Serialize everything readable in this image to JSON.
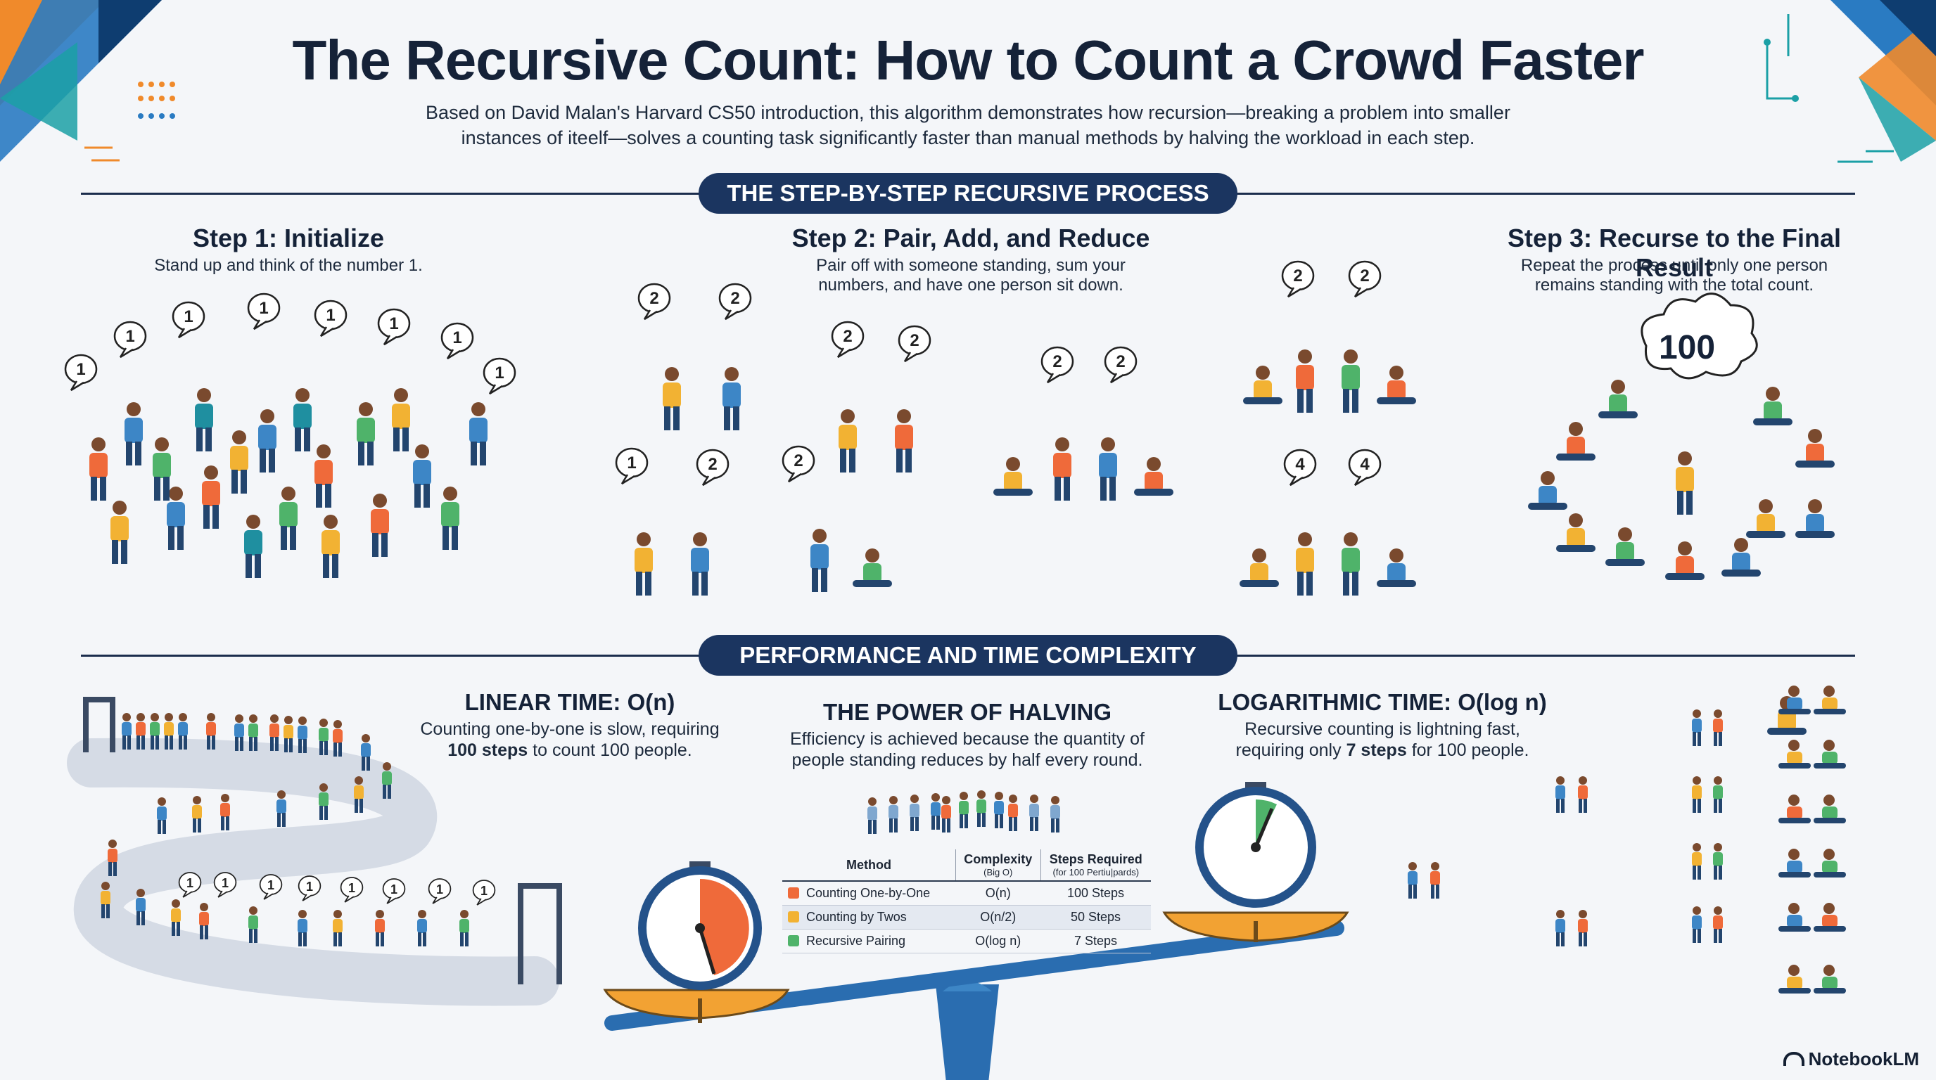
{
  "title": "The Recursive Count: How to Count a Crowd Faster",
  "subtitle": "Based on David Malan's Harvard CS50 introduction, this algorithm demonstrates how recursion—breaking a problem into smaller instances of iteelf—solves a counting task significantly faster than manual methods by halving the workload in each step.",
  "section_process": "THE STEP-BY-STEP RECURSIVE PROCESS",
  "section_performance": "PERFORMANCE AND TIME COMPLEXITY",
  "steps": [
    {
      "title": "Step 1: Initialize",
      "desc": "Stand up and think of the number 1."
    },
    {
      "title": "Step 2: Pair, Add, and Reduce",
      "desc": "Pair off with someone standing, sum your numbers, and have one person sit down."
    },
    {
      "title": "Step 3: Recurse to the Final Result",
      "desc": "Repeat the process until only one person remains standing with the total count."
    }
  ],
  "bubbles": {
    "one": "1",
    "two": "2",
    "four": "4",
    "final": "100"
  },
  "linear": {
    "title": "LINEAR TIME: O(n)",
    "desc_1": "Counting one-by-one is slow, requiring",
    "desc_bold": "100 steps",
    "desc_2": "to count 100 people."
  },
  "halving": {
    "title": "THE POWER OF HALVING",
    "desc": "Efficiency is achieved because the quantity of people standing reduces by half every round."
  },
  "log": {
    "title": "LOGARITHMIC TIME: O(log n)",
    "desc_1": "Recursive counting is lightning fast, requiring only",
    "desc_bold": "7 steps",
    "desc_2": "for 100 people."
  },
  "table": {
    "headers": [
      "Method",
      "Complexity",
      "Steps Required"
    ],
    "subheaders": [
      "",
      "(Big O)",
      "(for 100 Pertiu|pards)"
    ],
    "rows": [
      {
        "method": "Counting One-by-One",
        "complexity": "O(n)",
        "steps": "100 Steps",
        "color": "#ef6a3a"
      },
      {
        "method": "Counting by Twos",
        "complexity": "O(n/2)",
        "steps": "50 Steps",
        "color": "#f2b233"
      },
      {
        "method": "Recursive Pairing",
        "complexity": "O(log n)",
        "steps": "7 Steps",
        "color": "#4fb36a"
      }
    ]
  },
  "brand": "NotebookLM",
  "colors": {
    "navy": "#1b3560",
    "orange": "#ef6a3a",
    "yellow": "#f2b233",
    "green": "#4fb36a",
    "blue": "#3d86c6",
    "teal": "#1f8fa0"
  }
}
